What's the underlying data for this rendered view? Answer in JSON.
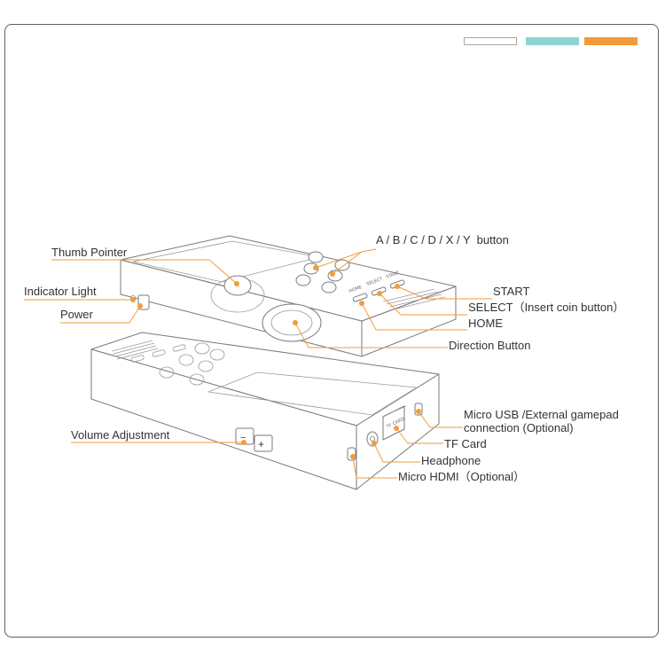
{
  "colors": {
    "accent_orange": "#f39b38",
    "accent_teal": "#8fd3d6",
    "line_gray": "#7a7a7a",
    "frame": "#5f5f5f"
  },
  "swatches": [
    "white",
    "teal",
    "orange"
  ],
  "labels": {
    "thumb_pointer": "Thumb Pointer",
    "indicator_light": "Indicator Light",
    "power": "Power",
    "abcdxy": "A / B / C / D / X / Y  button",
    "start": "START",
    "select": "SELECT（Insert coin button）",
    "home": "HOME",
    "direction": "Direction Button",
    "micro_usb_1": "Micro USB /External gamepad",
    "micro_usb_2": "connection (Optional)",
    "tf_card": "TF Card",
    "headphone": "Headphone",
    "micro_hdmi": "Micro HDMI（Optional）",
    "volume": "Volume Adjustment"
  },
  "device_text": {
    "tf_card": "TF CARD",
    "home": "HOME",
    "select": "SELECT",
    "start": "START",
    "vol_minus": "−",
    "vol_plus": "+"
  }
}
